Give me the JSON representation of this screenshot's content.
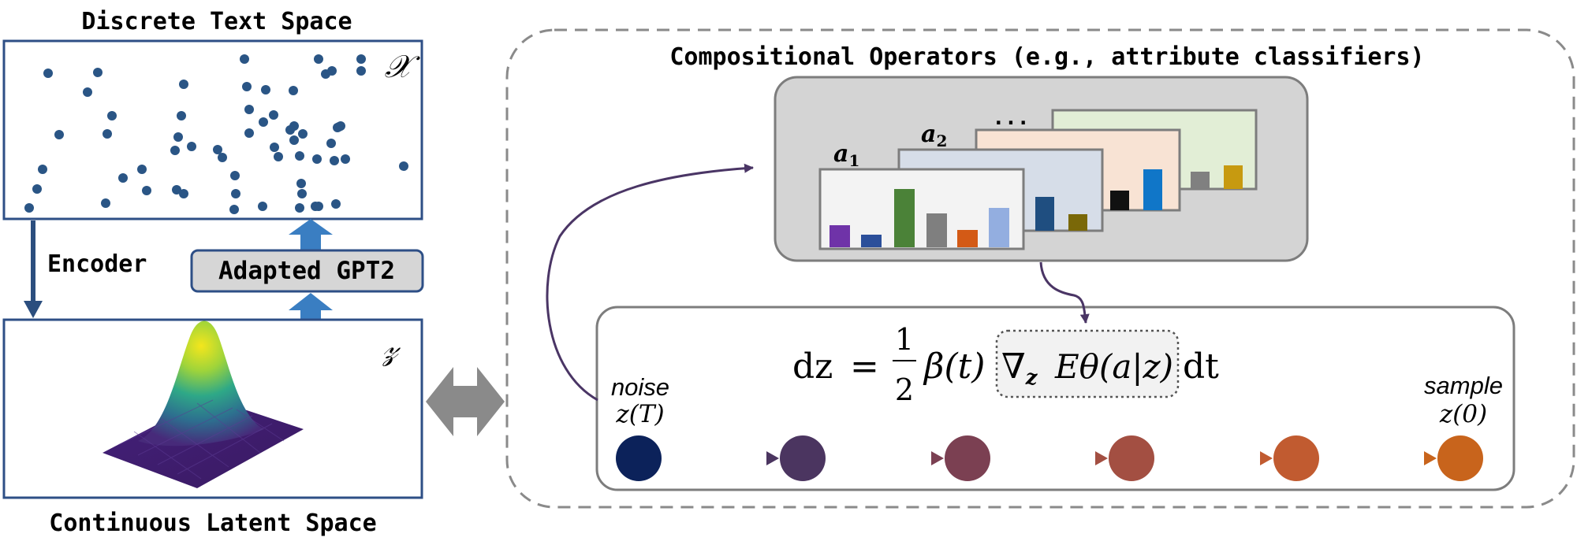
{
  "left": {
    "discrete_title": "Discrete Text Space",
    "discrete_symbol": "𝒳",
    "encoder_label": "Encoder",
    "decoder_label": "Adapted GPT2",
    "continuous_symbol": "𝓏",
    "continuous_title": "Continuous Latent Space"
  },
  "right": {
    "operators_title": "Compositional Operators (e.g., attribute classifiers)",
    "attr1": "a",
    "attr1_sub": "1",
    "attr2": "a",
    "attr2_sub": "2",
    "ellipsis": "...",
    "sampler_title": "ODE Sampler",
    "eq_dz": "dz",
    "eq_equals": "=",
    "eq_frac_num": "1",
    "eq_frac_den": "2",
    "eq_beta": "β(t)",
    "eq_grad": "∇",
    "eq_grad_sub": "z",
    "eq_energy": "Eθ(a|z)",
    "eq_dt": "dt",
    "noise_label": "noise",
    "noise_state": "z(T)",
    "sample_label": "sample",
    "sample_state": "z(0)"
  },
  "colors": {
    "box_border": "#2e4f86",
    "dots": "#2a5585",
    "arrow_blue": "#3a7ec2",
    "encoder_arrow": "#2b4e7e",
    "gray_double_arrow": "#8a8a8a",
    "flow_curve": "#4a3565",
    "node_colors": [
      "#0c225a",
      "#4b3560",
      "#7b4052",
      "#a34f42",
      "#c15b30",
      "#c8641c"
    ]
  }
}
